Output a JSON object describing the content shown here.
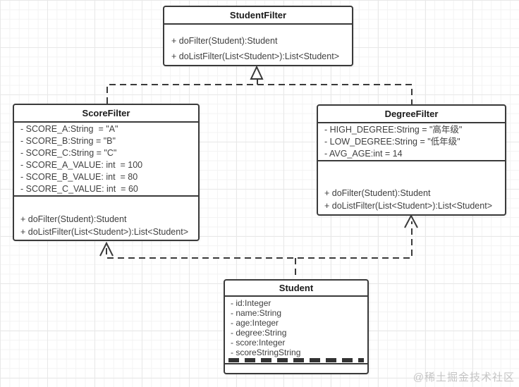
{
  "diagram_title": "UML class diagram",
  "colors": {
    "stroke": "#3a3a3a",
    "text": "#3f3f3f",
    "box_fill": "#ffffff",
    "grid_minor": "#f3f3f3",
    "grid_major": "#e8e8e8",
    "watermark": "#c5c5c5"
  },
  "classes": [
    {
      "name": "StudentFilter",
      "attributes": [],
      "methods": [
        "+ doFilter(Student):Student",
        "+ doListFilter(List<Student>):List<Student>"
      ]
    },
    {
      "name": "ScoreFilter",
      "attributes": [
        "- SCORE_A:String  = \"A\"",
        "- SCORE_B:String = \"B\"",
        "- SCORE_C:String = \"C\"",
        "- SCORE_A_VALUE: int  = 100",
        "- SCORE_B_VALUE: int  = 80",
        "- SCORE_C_VALUE: int  = 60"
      ],
      "methods": [
        "+ doFilter(Student):Student",
        "+ doListFilter(List<Student>):List<Student>"
      ]
    },
    {
      "name": "DegreeFilter",
      "attributes": [
        "- HIGH_DEGREE:String = \"高年级\"",
        "- LOW_DEGREE:String = \"低年级\"",
        "- AVG_AGE:int = 14"
      ],
      "methods": [
        "+ doFilter(Student):Student",
        "+ doListFilter(List<Student>):List<Student>"
      ]
    },
    {
      "name": "Student",
      "attributes": [
        "- id:Integer",
        "- name:String",
        "- age:Integer",
        "- degree:String",
        "- score:Integer",
        "- scoreStringString"
      ],
      "methods": []
    }
  ],
  "relationships": [
    {
      "from": "ScoreFilter",
      "to": "StudentFilter",
      "type": "realization (dashed line, hollow triangle arrow)"
    },
    {
      "from": "DegreeFilter",
      "to": "StudentFilter",
      "type": "realization (dashed line, hollow triangle arrow)"
    },
    {
      "from": "Student",
      "to": "ScoreFilter",
      "type": "dependency (dashed line, open arrow)"
    },
    {
      "from": "Student",
      "to": "DegreeFilter",
      "type": "dependency (dashed line, open arrow)"
    }
  ],
  "watermark": "@稀土掘金技术社区"
}
